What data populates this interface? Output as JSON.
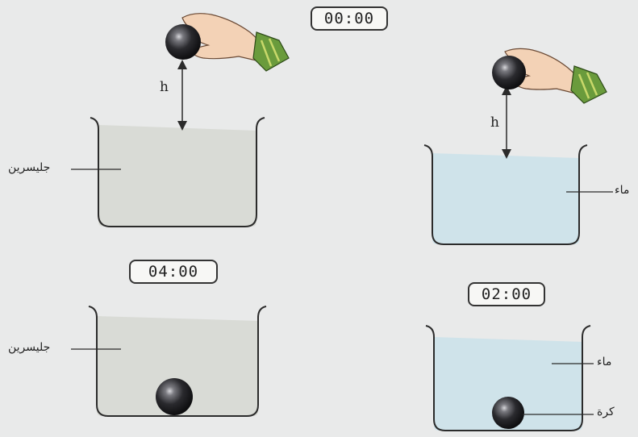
{
  "timers": {
    "t1": "00:00",
    "t2": "04:00",
    "t3": "02:00"
  },
  "labels": {
    "glycerin": "جليسرين",
    "water": "ماء",
    "ball": "كرة",
    "height": "h"
  },
  "colors": {
    "glycerin_fill": "#d9dbd6",
    "water_fill": "#cfe3ea",
    "container_stroke": "#2b2b2b",
    "ball_dark": "#1d1d1f",
    "skin": "#f3d2b6",
    "sleeve": "#6a9b3c"
  }
}
